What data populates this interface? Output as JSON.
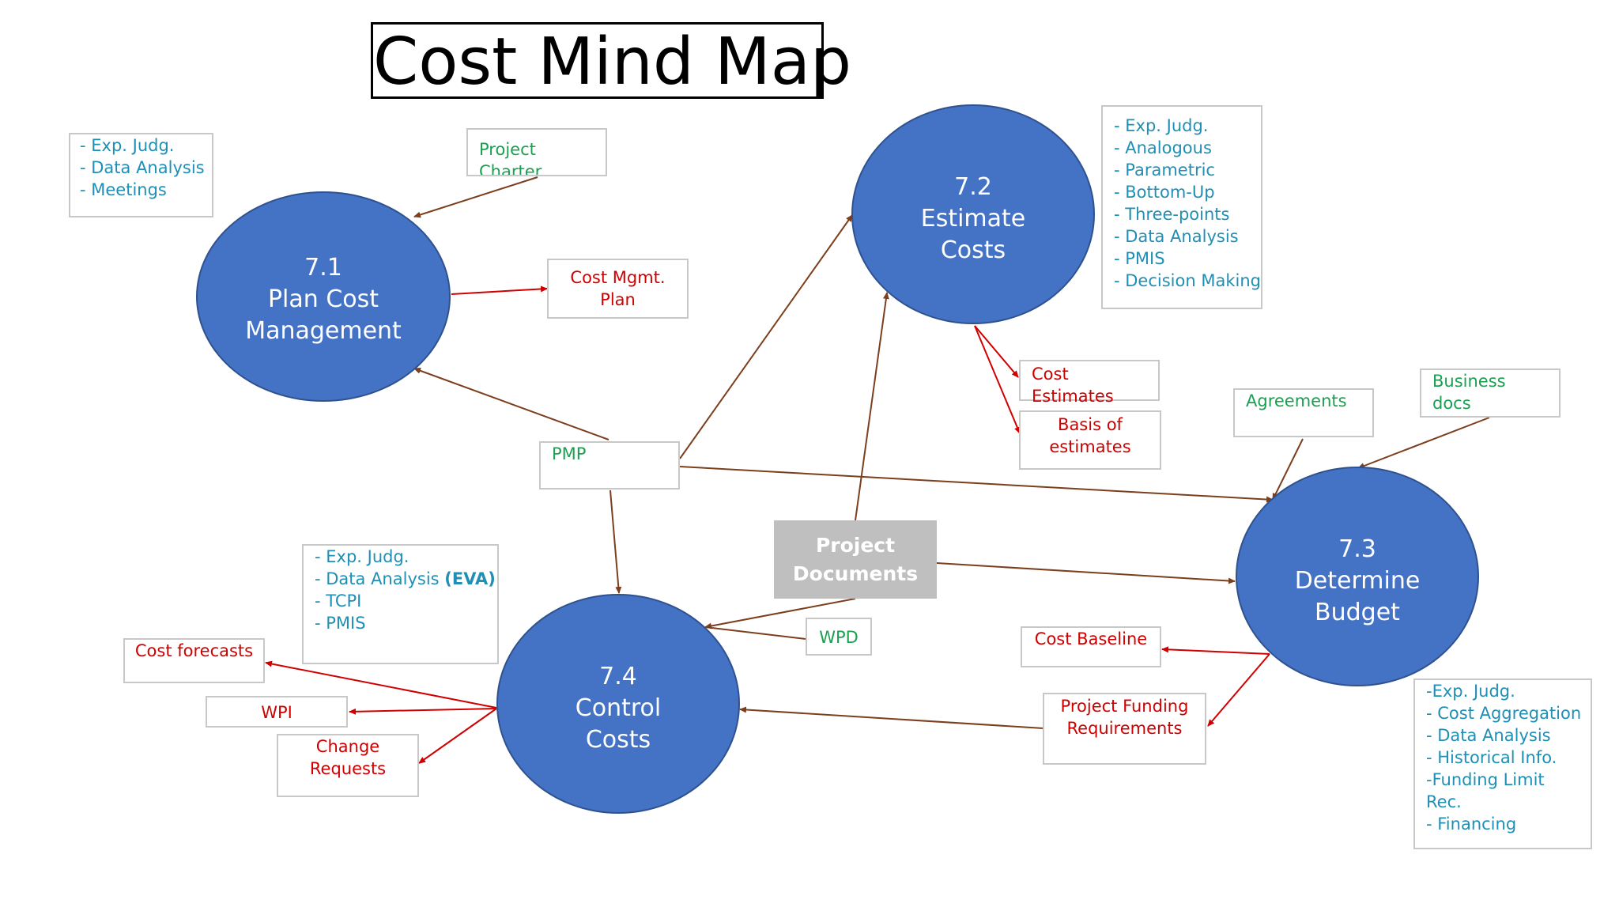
{
  "title": "Cost Mind Map",
  "colors": {
    "node_fill": "#4472c4",
    "arrow_brown": "#7b3f1e",
    "arrow_red": "#d00000",
    "input_green": "#1aa050",
    "output_red": "#d00000",
    "tool_blue": "#1f8fb5"
  },
  "processes": {
    "p71": {
      "number": "7.1",
      "line1": "Plan Cost",
      "line2": "Management"
    },
    "p72": {
      "number": "7.2",
      "line1": "Estimate",
      "line2": "Costs"
    },
    "p73": {
      "number": "7.3",
      "line1": "Determine",
      "line2": "Budget"
    },
    "p74": {
      "number": "7.4",
      "line1": "Control",
      "line2": "Costs"
    }
  },
  "inputs": {
    "project_charter": [
      "Project",
      "Charter"
    ],
    "pmp": "PMP",
    "project_documents": [
      "Project",
      "Documents"
    ],
    "agreements": "Agreements",
    "business_docs": "Business docs",
    "wpd": "WPD"
  },
  "outputs": {
    "cost_mgmt_plan": [
      "Cost Mgmt.",
      "Plan"
    ],
    "cost_estimates": "Cost Estimates",
    "basis_of_estimates": [
      "Basis of",
      "estimates"
    ],
    "cost_baseline": "Cost Baseline",
    "project_funding": [
      "Project Funding",
      "Requirements"
    ],
    "cost_forecasts": "Cost forecasts",
    "wpi": "WPI",
    "change_requests": [
      "Change",
      "Requests"
    ]
  },
  "tools": {
    "t71": [
      "- Exp. Judg.",
      "- Data Analysis",
      "- Meetings"
    ],
    "t72": [
      "- Exp. Judg.",
      "- Analogous",
      "- Parametric",
      "- Bottom-Up",
      "- Three-points",
      "- Data Analysis",
      "- PMIS",
      "- Decision Making"
    ],
    "t73": [
      "-Exp. Judg.",
      "- Cost Aggregation",
      "- Data Analysis",
      "- Historical Info.",
      "-Funding Limit",
      "Rec.",
      "- Financing"
    ],
    "t74": {
      "l1": "- Exp. Judg.",
      "l2_prefix": "- Data Analysis ",
      "l2_bold": "(EVA)",
      "l3": "- TCPI",
      "l4": "- PMIS"
    }
  }
}
